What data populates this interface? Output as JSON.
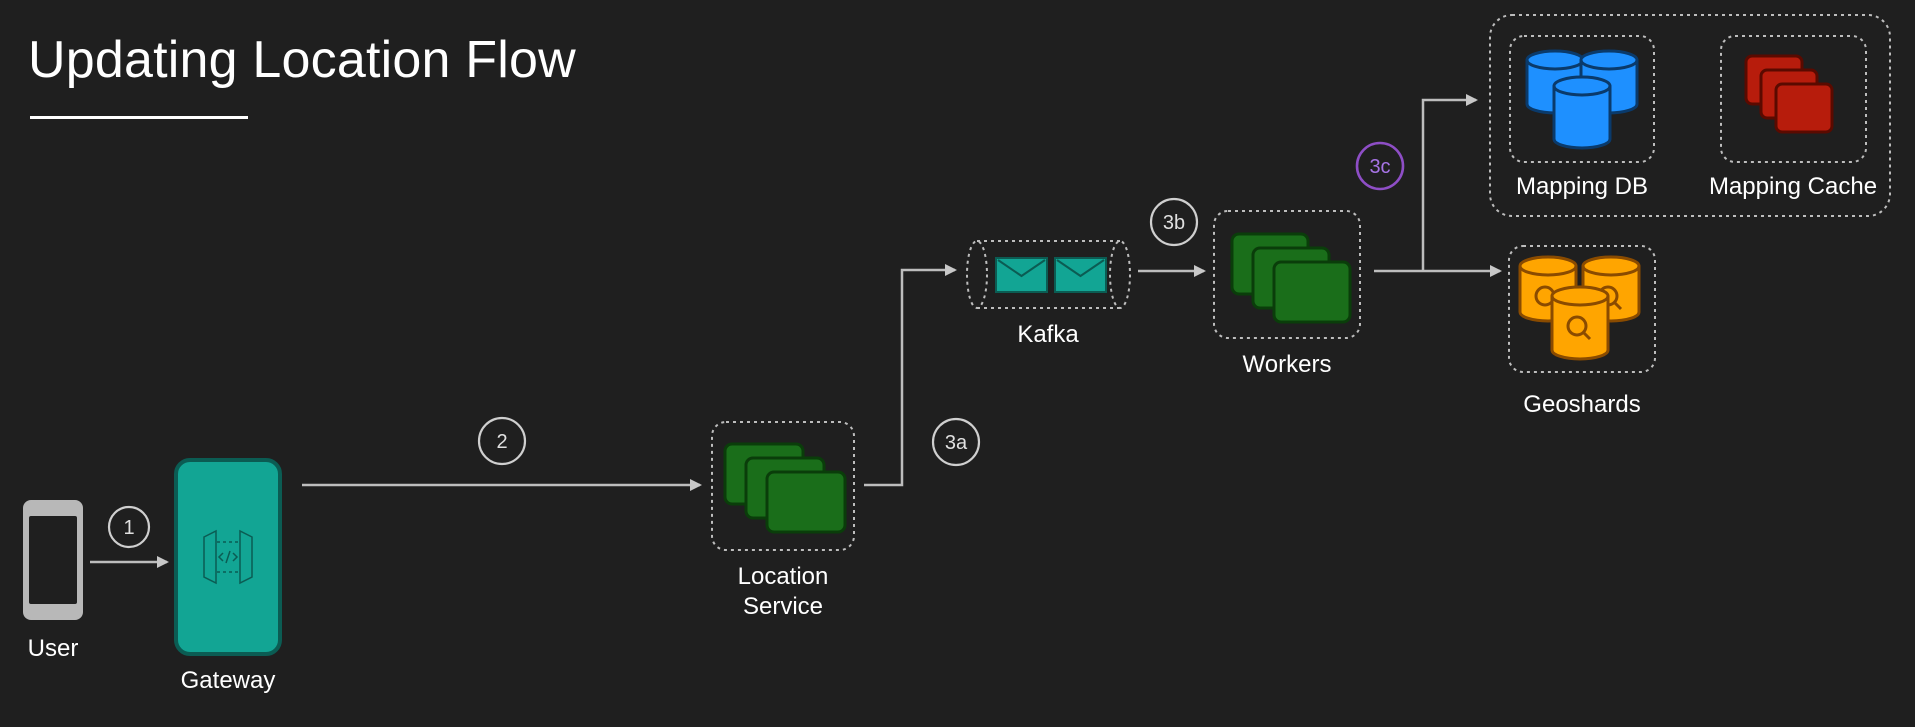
{
  "title": "Updating Location Flow",
  "nodes": {
    "user": "User",
    "gateway": "Gateway",
    "location_service_line1": "Location",
    "location_service_line2": "Service",
    "kafka": "Kafka",
    "workers": "Workers",
    "mapping_db": "Mapping DB",
    "mapping_cache": "Mapping Cache",
    "geoshards": "Geoshards"
  },
  "steps": {
    "s1": "1",
    "s2": "2",
    "s3a": "3a",
    "s3b": "3b",
    "s3c": "3c"
  },
  "colors": {
    "background": "#1f1f1f",
    "gateway": "#12a594",
    "service_green": "#1e7a1e",
    "kafka_teal": "#12a594",
    "db_blue": "#1e90ff",
    "cache_red": "#b71c0c",
    "geoshard_orange": "#ffa500",
    "step_3c": "#8e4ec6"
  }
}
